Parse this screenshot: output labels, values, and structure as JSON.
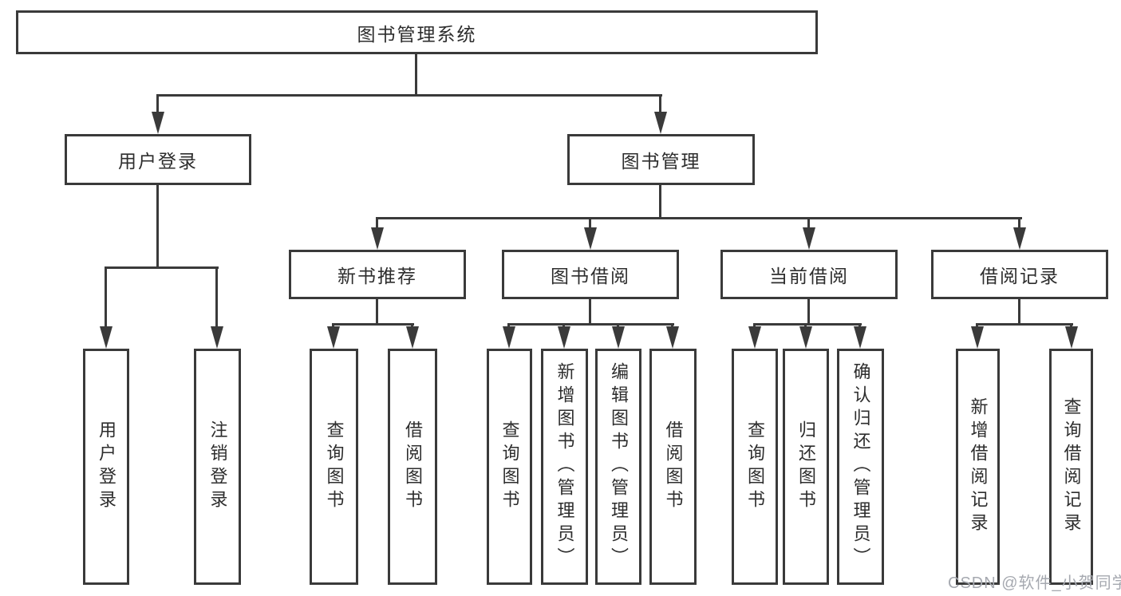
{
  "diagram": {
    "type": "tree",
    "root": {
      "label": "图书管理系统",
      "children": [
        {
          "label": "用户登录",
          "children": [
            {
              "label": "用户登录"
            },
            {
              "label": "注销登录"
            }
          ]
        },
        {
          "label": "图书管理",
          "children": [
            {
              "label": "新书推荐",
              "children": [
                {
                  "label": "查询图书"
                },
                {
                  "label": "借阅图书"
                }
              ]
            },
            {
              "label": "图书借阅",
              "children": [
                {
                  "label": "查询图书"
                },
                {
                  "label": "新增图书（管理员）"
                },
                {
                  "label": "编辑图书（管理员）"
                },
                {
                  "label": "借阅图书"
                }
              ]
            },
            {
              "label": "当前借阅",
              "children": [
                {
                  "label": "查询图书"
                },
                {
                  "label": "归还图书"
                },
                {
                  "label": "确认归还（管理员）"
                }
              ]
            },
            {
              "label": "借阅记录",
              "children": [
                {
                  "label": "新增借阅记录"
                },
                {
                  "label": "查询借阅记录"
                }
              ]
            }
          ]
        }
      ]
    },
    "colors": {
      "line": "#3a3a3a",
      "box_border": "#3a3a3a",
      "box_fill": "#ffffff",
      "text": "#2d2d2d",
      "background": "#ffffff"
    }
  },
  "watermark": {
    "text": "CSDN @软件_小贺同学",
    "color": "#a6a9b0"
  }
}
